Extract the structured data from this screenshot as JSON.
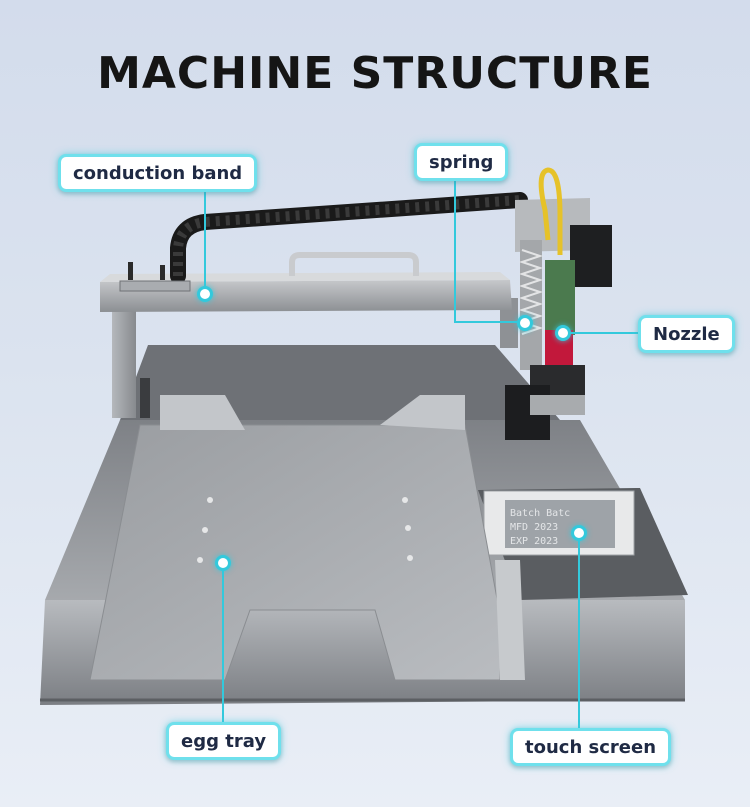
{
  "title": "MACHINE STRUCTURE",
  "labels": {
    "conduction_band": "conduction band",
    "spring": "spring",
    "nozzle": "Nozzle",
    "egg_tray": "egg tray",
    "touch_screen": "touch screen"
  },
  "screen_text": {
    "line1": "Batch Batc",
    "line2": "MFD 2023",
    "line3": "EXP 2023"
  },
  "colors": {
    "accent": "#33c9dc",
    "label_border": "#6fe0ec",
    "label_text": "#1f2a44",
    "machine_metal": "#8f9296"
  }
}
